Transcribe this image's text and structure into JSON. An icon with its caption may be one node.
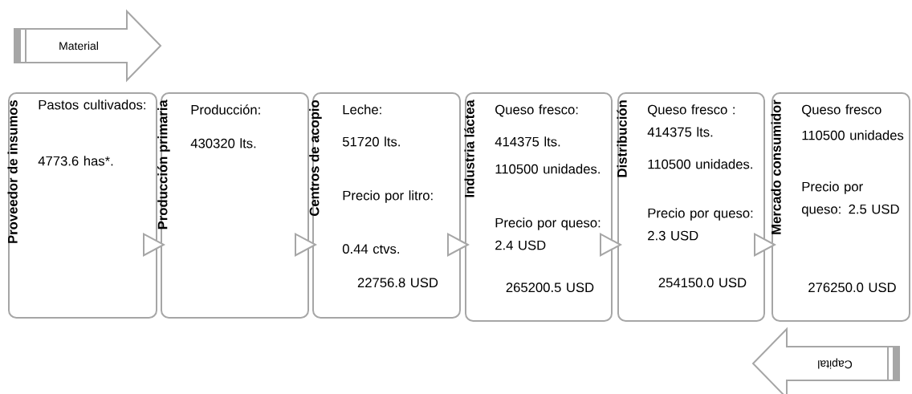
{
  "diagram": {
    "nodes": [
      {
        "text": [
          "Proveedor de insumos",
          "Pastos cultivados:",
          "4773.6 has*."
        ]
      },
      {
        "text": [
          "Producción primaria",
          "Producción:",
          "430320 lts."
        ]
      },
      {
        "text": [
          "Centros de acopio",
          "Leche:",
          "51720 lts.",
          "Precio por litro:",
          "0.44 ctvs.",
          "22756.8 USD"
        ]
      },
      {
        "text": [
          "Industria láctea",
          "Queso fresco:",
          "414375 lts.",
          "110500 unidades.",
          "Precio por queso: 2.4 USD",
          "265200.5 USD"
        ]
      },
      {
        "text": [
          "Distribución",
          "Queso fresco : 414375 lts.",
          "110500 unidades.",
          "Precio por queso: 2.3 USD",
          "254150.0 USD"
        ]
      },
      {
        "text": [
          "Mercado consumidor",
          "Queso fresco",
          "110500 unidades",
          "Precio por queso: 2.5 USD",
          "276250.0 USD"
        ]
      },
      {
        "text": [
          "Material"
        ]
      },
      {
        "text": [
          "Capital"
        ]
      }
    ],
    "edges": [
      {
        "from": 0,
        "to": 1,
        "arrow": "to"
      },
      {
        "from": 1,
        "to": 2,
        "arrow": "to"
      },
      {
        "from": 2,
        "to": 3,
        "arrow": "to"
      },
      {
        "from": 3,
        "to": 4,
        "arrow": "to"
      },
      {
        "from": 4,
        "to": 5,
        "arrow": "to"
      }
    ]
  }
}
